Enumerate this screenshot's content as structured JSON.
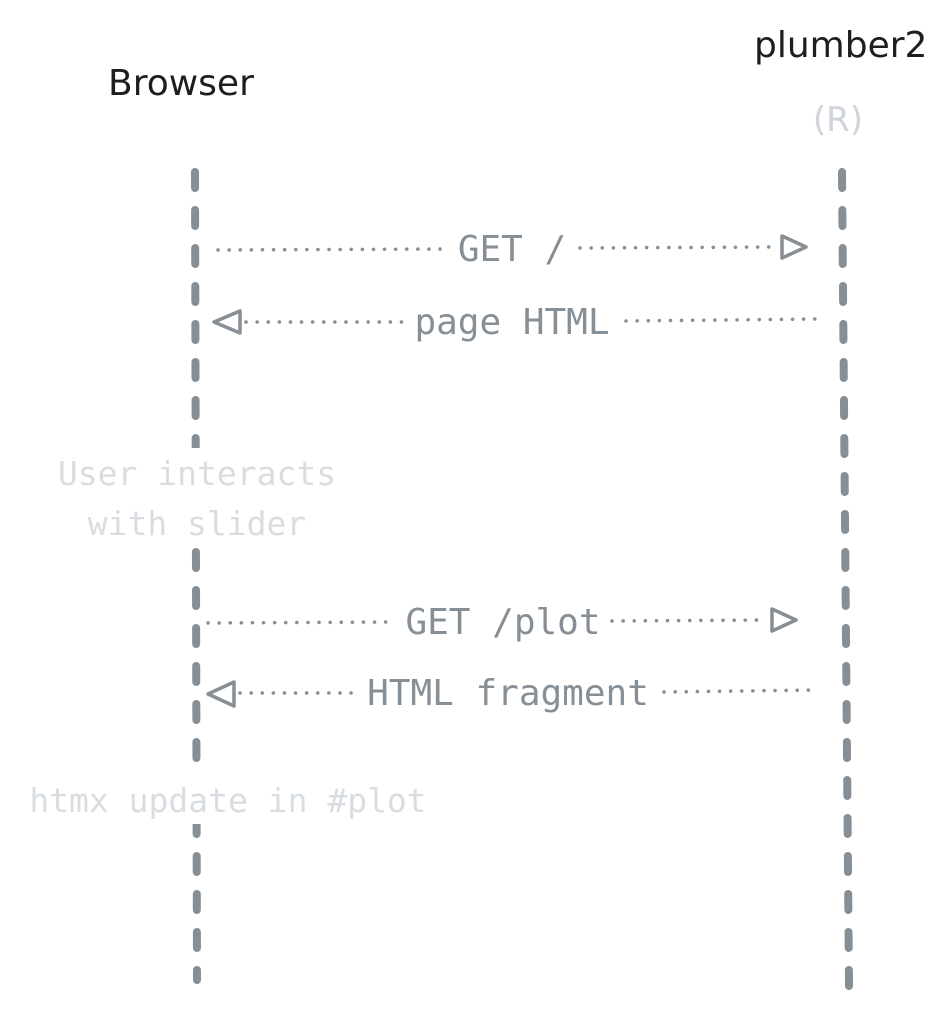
{
  "participants": [
    {
      "name": "Browser",
      "subtitle": ""
    },
    {
      "name": "plumber2",
      "subtitle": "(R)"
    }
  ],
  "messages": [
    {
      "label": "GET /",
      "direction": "right"
    },
    {
      "label": "page HTML",
      "direction": "left"
    },
    {
      "label": "GET /plot",
      "direction": "right"
    },
    {
      "label": "HTML fragment",
      "direction": "left"
    }
  ],
  "notes": [
    {
      "lines": [
        "User interacts",
        "with slider"
      ]
    },
    {
      "lines": [
        "htmx update in #plot"
      ]
    }
  ],
  "colors": {
    "title": "#1e1e1e",
    "line": "#868e96",
    "muted": "#ced4da"
  }
}
